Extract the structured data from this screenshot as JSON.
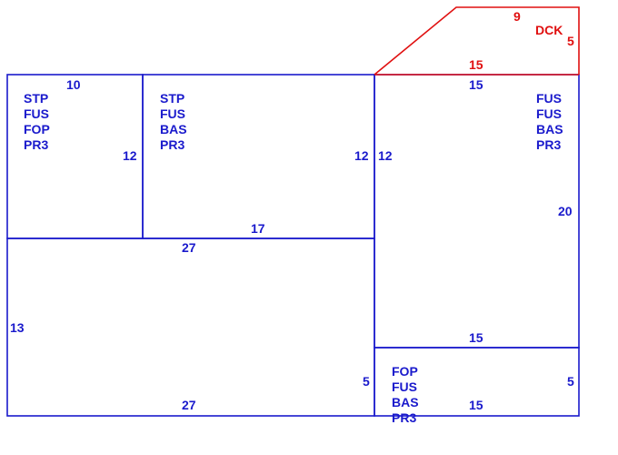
{
  "colors": {
    "structure": "#1a1acc",
    "deck": "#e01010",
    "background": "#ffffff"
  },
  "areas": {
    "room_a": {
      "codes": [
        "STP",
        "FUS",
        "FOP",
        "PR3"
      ]
    },
    "room_b": {
      "codes": [
        "STP",
        "FUS",
        "BAS",
        "PR3"
      ]
    },
    "room_c": {
      "codes": [
        "FUS",
        "FUS",
        "BAS",
        "PR3"
      ]
    },
    "room_d": {
      "codes": [
        "FOP",
        "FUS",
        "BAS",
        "PR3"
      ]
    },
    "deck": {
      "label": "DCK"
    }
  },
  "dimensions": {
    "room_a_top": "10",
    "room_a_right": "12",
    "room_b_right": "12",
    "room_b_bottom": "17",
    "room_c_left": "12",
    "room_c_top": "15",
    "room_c_right": "20",
    "room_c_bottom": "15",
    "lower_top": "27",
    "lower_left": "13",
    "lower_bottom": "27",
    "room_d_left": "5",
    "room_d_right": "5",
    "room_d_bottom": "15",
    "deck_top": "9",
    "deck_right": "5",
    "deck_bottom": "15"
  }
}
